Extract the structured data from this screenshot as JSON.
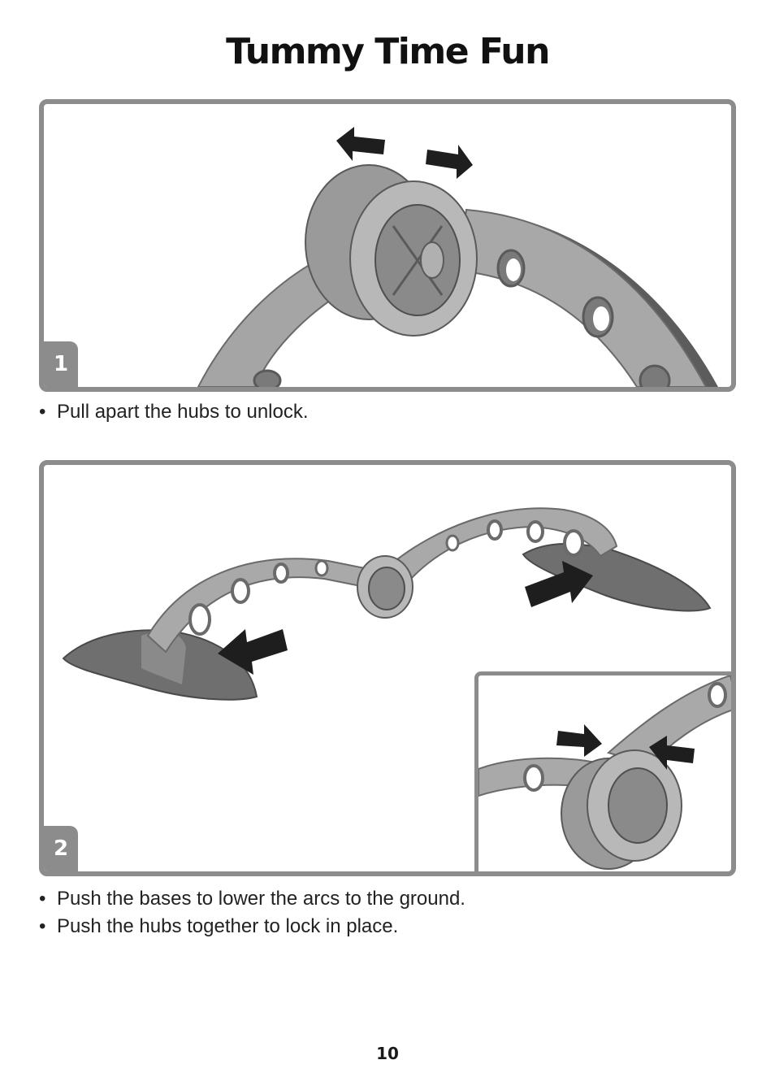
{
  "page": {
    "title": "Tummy Time Fun",
    "page_number": "10"
  },
  "steps": [
    {
      "number": "1",
      "illustration": "hub-pull-apart",
      "instructions": [
        "Pull apart the hubs to unlock."
      ]
    },
    {
      "number": "2",
      "illustration": "arcs-lowered-bases",
      "inset_illustration": "hubs-push-together",
      "instructions": [
        "Push the bases to lower the arcs to the ground.",
        "Push the hubs together to lock in place."
      ]
    }
  ],
  "colors": {
    "frame": "#8c8c8c",
    "part_light": "#b5b5b5",
    "part_mid": "#8f8f8f",
    "part_dark": "#5c5c5c",
    "arrow": "#1e1e1e"
  }
}
